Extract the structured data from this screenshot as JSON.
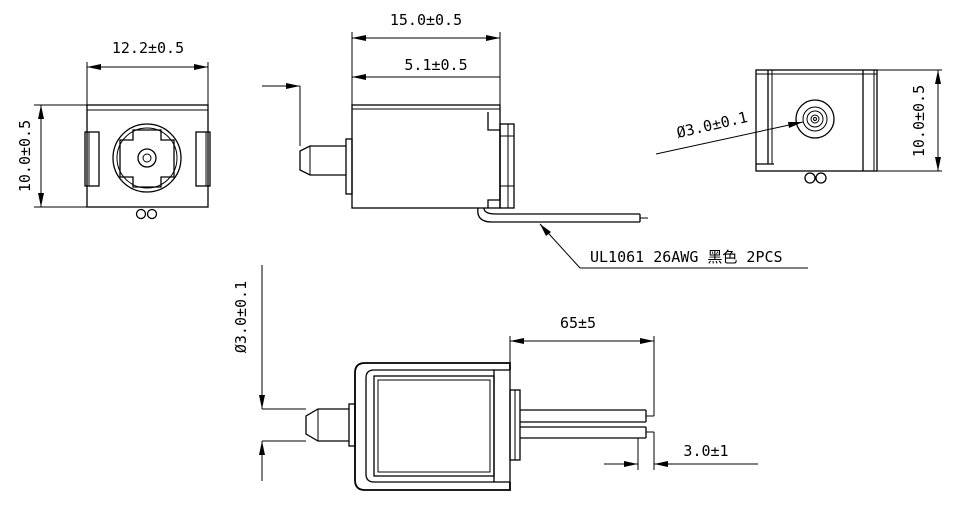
{
  "dimensions": {
    "front_width": "12.2±0.5",
    "front_height": "10.0±0.5",
    "side_length": "15.0±0.5",
    "side_inner": "5.1±0.5",
    "back_diameter": "Ø3.0±0.1",
    "back_height": "10.0±0.5",
    "wire_spec": "UL1061 26AWG 黑色 2PCS",
    "plunger_diameter": "Ø3.0±0.1",
    "wire_length": "65±5",
    "wire_strip": "3.0±1"
  }
}
